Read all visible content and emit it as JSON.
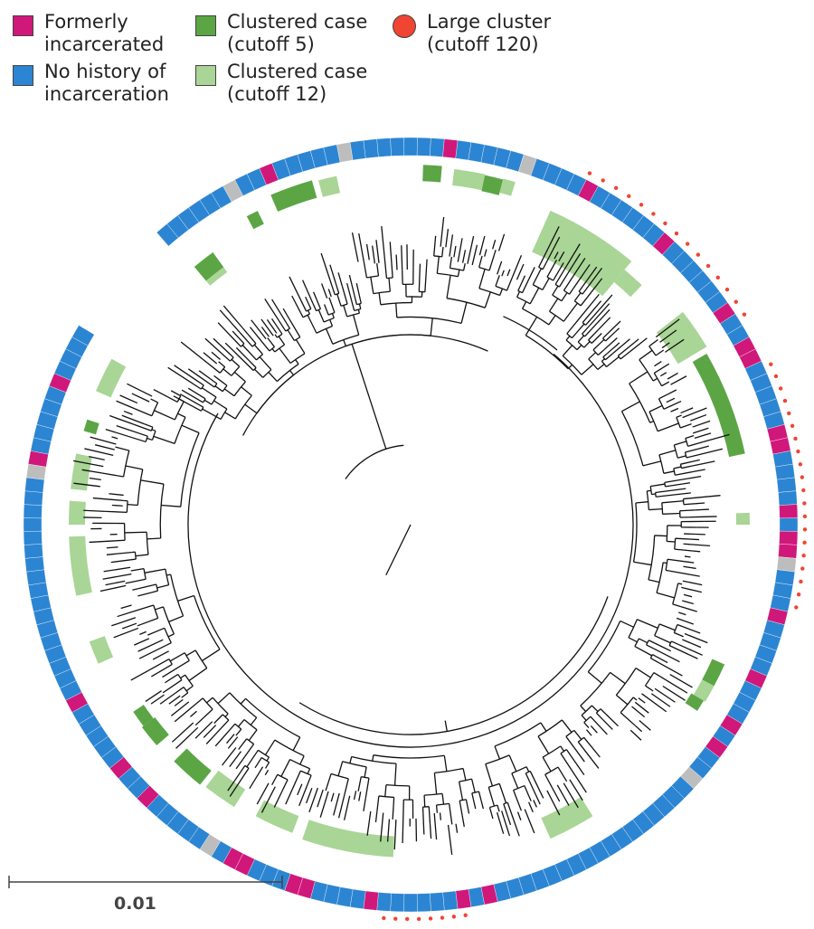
{
  "legend": {
    "formerly": {
      "label": "Formerly\nincarcerated",
      "color": "#d0177a"
    },
    "no_history": {
      "label": "No history of\nincarceration",
      "color": "#2c85d2"
    },
    "cutoff5": {
      "label": "Clustered case\n(cutoff 5)",
      "color": "#5ba545"
    },
    "cutoff12": {
      "label": "Clustered case\n(cutoff 12)",
      "color": "#a9d596"
    },
    "large": {
      "label": "Large cluster\n(cutoff 120)",
      "color": "#ef4532"
    },
    "missing_color": "#bdbdbd"
  },
  "scale_bar": {
    "label": "0.01"
  }
}
